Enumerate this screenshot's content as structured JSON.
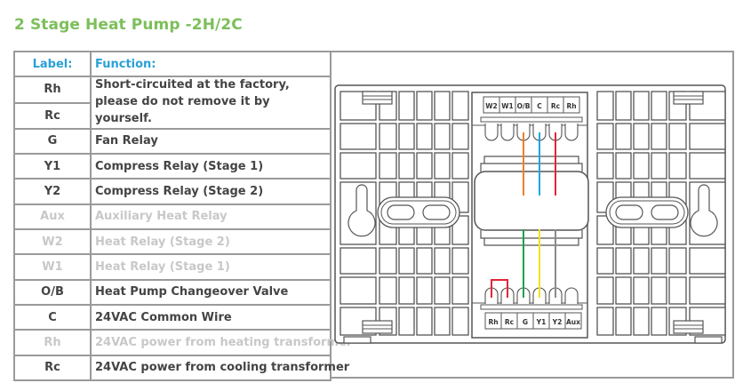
{
  "title": "2 Stage Heat Pump -2H/2C",
  "table": {
    "headers": {
      "label": "Label:",
      "function": "Function:"
    },
    "rows": [
      {
        "label": "Rh",
        "function": "Short-circuited at the factory, please do not remove it by yourself.",
        "active": true
      },
      {
        "label": "Rc",
        "function": "",
        "active": true
      },
      {
        "label": "G",
        "function": "Fan Relay",
        "active": true
      },
      {
        "label": "Y1",
        "function": "Compress Relay  (Stage 1)",
        "active": true
      },
      {
        "label": "Y2",
        "function": "Compress Relay  (Stage 2)",
        "active": true
      },
      {
        "label": "Aux",
        "function": "Auxiliary Heat Relay",
        "active": false
      },
      {
        "label": "W2",
        "function": "Heat Relay (Stage 2)",
        "active": false
      },
      {
        "label": "W1",
        "function": "Heat Relay (Stage 1)",
        "active": false
      },
      {
        "label": "O/B",
        "function": "Heat Pump Changeover Valve",
        "active": true
      },
      {
        "label": "C",
        "function": "24VAC Common Wire",
        "active": true
      },
      {
        "label": "Rh",
        "function": "24VAC power from heating transformer",
        "active": false
      },
      {
        "label": "Rc",
        "function": "24VAC power from cooling transformer",
        "active": true
      }
    ]
  },
  "diagram": {
    "top_terminals": [
      "W2",
      "W1",
      "O/B",
      "C",
      "Rc",
      "Rh"
    ],
    "bottom_terminals": [
      "Rh",
      "Rc",
      "G",
      "Y1",
      "Y2",
      "Aux"
    ],
    "wires": [
      {
        "terminal": "O/B",
        "color": "#f07f2a"
      },
      {
        "terminal": "C",
        "color": "#1ea7e1"
      },
      {
        "terminal": "Rc",
        "color": "#e32636"
      },
      {
        "terminal": "G",
        "color": "#1fa04a"
      },
      {
        "terminal": "Y1",
        "color": "#f2e21a"
      },
      {
        "terminal": "Y2",
        "color": "#8a8a8a"
      }
    ],
    "jumper": {
      "from": "Rh",
      "to": "Rc",
      "color": "#e32636"
    }
  },
  "colors": {
    "title": "#7cbf5a",
    "header": "#2aa0d6",
    "text": "#444444",
    "dim_text": "#c8c8c8"
  }
}
